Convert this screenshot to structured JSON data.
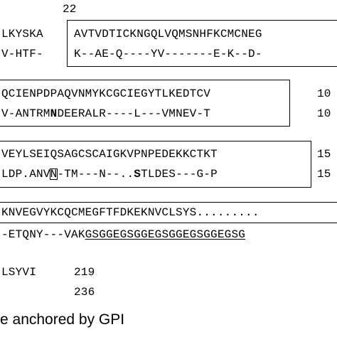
{
  "position_label": "22",
  "block1": {
    "line1_left": "LKYSKA",
    "line1_boxed": "AVTVDTICKNGQLVQMSNHFKCMCNEG",
    "line2_left": "V-HTF-",
    "line2_boxed": "K--AE-Q----YV-------E-K--D-"
  },
  "block2": {
    "line1_text": "QCIENPDPAQVNMYKCGCIEGYTLKEDTCV",
    "line1_num": "10",
    "line2_pre": "V-ANTRM",
    "line2_bold": "N",
    "line2_post": "DEERALR----L---VMNEV-T",
    "line2_num": "10"
  },
  "block3": {
    "line1_text": "VEYLSEIQSAGCSCAIGKVPNPEDEKKCTKT",
    "line1_num": "15",
    "line2_pre": "LDP.ANV",
    "line2_boxed_letter": "N",
    "line2_mid": "-TM---N--..",
    "line2_bold": "S",
    "line2_post": "TLDES---G-P",
    "line2_num": "15"
  },
  "block4": {
    "line1_text": "KNVEGVYKCQCMEGFTFDKEKNVCLSYS.........",
    "line2_pre": "-ETQNY---VAK",
    "line2_underlined": "GSGGEGSGGEGSGGEGSGGEGSG"
  },
  "block5": {
    "line1_text": "LSYVI",
    "line1_num": "219",
    "line2_num": "236"
  },
  "caption": "e anchored by GPI"
}
